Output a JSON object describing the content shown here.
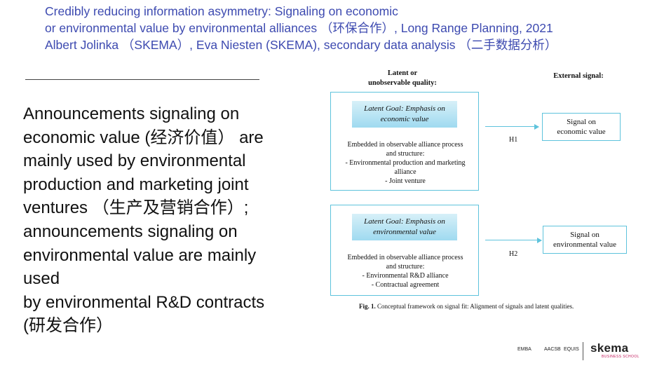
{
  "header": {
    "lines": [
      "Credibly reducing information asymmetry: Signaling on economic",
      "or environmental value by environmental alliances （环保合作）, Long Range Planning, 2021",
      "Albert Jolinka （SKEMA）, Eva Niesten (SKEMA),   secondary data analysis （二手数据分析）"
    ]
  },
  "body": {
    "lines": [
      "Announcements signaling on",
      "economic value (经济价值）  are",
      "mainly used by environmental",
      "production and marketing joint",
      "ventures （生产及营销合作）;",
      "announcements signaling on",
      "environmental value are mainly",
      "used",
      "by environmental R&D contracts",
      "(研发合作）"
    ]
  },
  "diagram": {
    "latent_heading": [
      "Latent or",
      "unobservable quality:"
    ],
    "external_heading": "External signal:",
    "box1": {
      "goal": [
        "Latent Goal: Emphasis on",
        "economic value"
      ],
      "embedded": [
        "Embedded in observable alliance process",
        "and structure:",
        "- Environmental production and marketing",
        "alliance",
        "- Joint venture"
      ]
    },
    "box2": {
      "goal": [
        "Latent Goal: Emphasis on",
        "environmental value"
      ],
      "embedded": [
        "Embedded in observable alliance process",
        "and structure:",
        "- Environmental R&D alliance",
        "- Contractual agreement"
      ]
    },
    "h1": "H1",
    "h2": "H2",
    "signal1": [
      "Signal on",
      "economic value"
    ],
    "signal2": [
      "Signal on",
      "environmental value"
    ],
    "caption_label": "Fig. 1.",
    "caption_text": " Conceptual framework on signal fit: Alignment of signals and latent qualities."
  },
  "footer": {
    "logo1": "EMBA",
    "logo2": "AACSB",
    "logo3": "EQUIS",
    "brand": "skema",
    "brand_sub": "BUSINESS SCHOOL"
  },
  "colors": {
    "header_text": "#3d4ab0",
    "box_border": "#5ec3dc",
    "brand_accent": "#c2185b"
  }
}
